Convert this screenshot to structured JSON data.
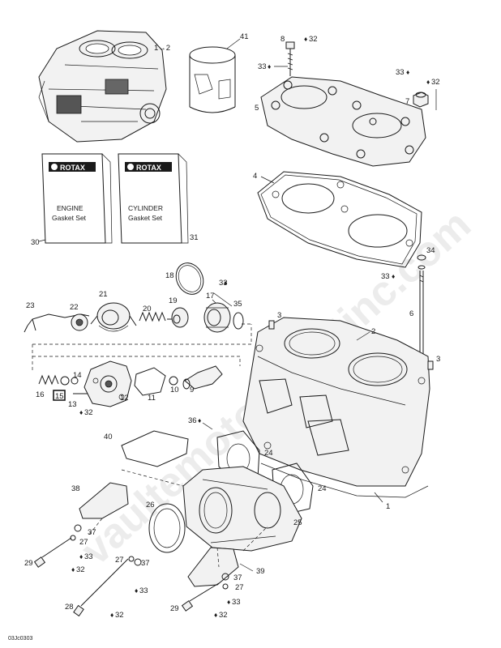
{
  "watermark": "vaultemotorsportinc.com",
  "figure_id": "03Jc0303",
  "kits": {
    "engine": {
      "brand": "ROTAX",
      "line1": "ENGINE",
      "line2": "Gasket Set",
      "callout": "30"
    },
    "cylinder": {
      "brand": "ROTAX",
      "line1": "CYLINDER",
      "line2": "Gasket Set",
      "callout": "31"
    }
  },
  "callouts": {
    "c1to2": "1→2",
    "c41": "41",
    "c8": "8",
    "c32a": "32",
    "c33a": "33",
    "c5": "5",
    "c33b": "33",
    "c32b": "32",
    "c7": "7",
    "c4": "4",
    "c34": "34",
    "c33c": "33",
    "c18": "18",
    "c17": "17",
    "c33d": "33",
    "c21": "21",
    "c23": "23",
    "c22": "22",
    "c20": "20",
    "c19": "19",
    "c35": "35",
    "c3a": "3",
    "c6": "6",
    "c2": "2",
    "c3b": "3",
    "c14": "14",
    "c16": "16",
    "c15": "15",
    "c13": "13",
    "c12": "12",
    "c11": "11",
    "c10": "10",
    "c9": "9",
    "c32c": "32",
    "c36": "36",
    "c40": "40",
    "c24a": "24",
    "c24b": "24",
    "c38": "38",
    "c26": "26",
    "c25": "25",
    "c1": "1",
    "c37a": "37",
    "c27a": "27",
    "c29a": "29",
    "c33e": "33",
    "c32d": "32",
    "c27b": "27",
    "c37b": "37",
    "c39": "39",
    "c37c": "37",
    "c27c": "27",
    "c33f": "33",
    "c28": "28",
    "c32e": "32",
    "c29b": "29",
    "c33g": "33",
    "c32f": "32"
  }
}
